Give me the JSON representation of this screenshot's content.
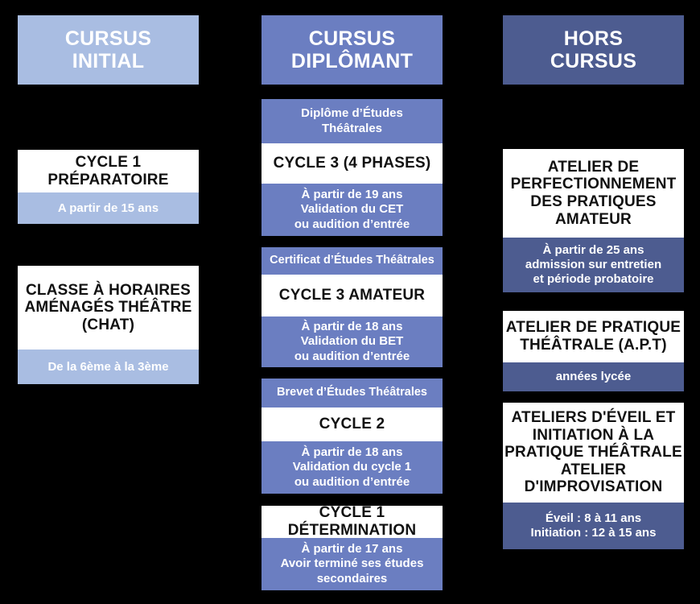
{
  "diagram": {
    "title_columns": [
      "CURSUS INITIAL",
      "CURSUS DIPLÔMANT",
      "HORS CURSUS"
    ],
    "colors": {
      "background": "#000000",
      "column1_accent": "#a9bde2",
      "column2_accent": "#6b7ec1",
      "column3_accent": "#4d5c90",
      "card_body": "#ffffff",
      "text_on_accent": "#ffffff",
      "text_on_white": "#111111"
    }
  },
  "columns": [
    {
      "id": "cursus-initial",
      "header": "CURSUS\nINITIAL",
      "cards": [
        {
          "id": "cycle-1-preparatoire",
          "title": "CYCLE 1 PRÉPARATOIRE",
          "footer": "A partir de 15 ans"
        },
        {
          "id": "chat",
          "title": "CLASSE À HORAIRES\nAMÉNAGÉS THÉÂTRE\n(CHAT)",
          "footer": "De la 6ème à la 3ème"
        }
      ]
    },
    {
      "id": "cursus-diplomant",
      "header": "CURSUS\nDIPLÔMANT",
      "cards": [
        {
          "id": "cycle-3-4-phases",
          "header": "Diplôme d’Études\nThéâtrales",
          "title": "CYCLE 3 (4 PHASES)",
          "footer": "À partir de 19 ans\nValidation du CET\nou audition d’entrée"
        },
        {
          "id": "cycle-3-amateur",
          "header": "Certificat d’Études Théâtrales",
          "title": "CYCLE 3 AMATEUR",
          "footer": "À partir de 18 ans\nValidation du BET\nou audition d’entrée"
        },
        {
          "id": "cycle-2",
          "header": "Brevet d’Études Théâtrales",
          "title": "CYCLE 2",
          "footer": "À partir de 18 ans\nValidation du cycle 1\nou audition d’entrée"
        },
        {
          "id": "cycle-1-determination",
          "title": "CYCLE 1 DÉTERMINATION",
          "footer": "À partir de 17 ans\nAvoir terminé ses études\nsecondaires"
        }
      ]
    },
    {
      "id": "hors-cursus",
      "header": "HORS\nCURSUS",
      "cards": [
        {
          "id": "atelier-perfectionnement",
          "title": "ATELIER DE\nPERFECTIONNEMENT\nDES PRATIQUES\nAMATEUR",
          "footer": "À partir de 25 ans\nadmission sur entretien\net période probatoire"
        },
        {
          "id": "atelier-pratique-theatrale",
          "title": "ATELIER DE PRATIQUE\nTHÉÂTRALE (A.P.T)",
          "footer": "années lycée"
        },
        {
          "id": "ateliers-eveil-initiation",
          "title": "ATELIERS D'ÉVEIL ET\nINITIATION À LA\nPRATIQUE THÉÂTRALE\nATELIER\nD'IMPROVISATION",
          "footer": "Éveil : 8 à 11 ans\nInitiation : 12 à 15 ans"
        }
      ]
    }
  ]
}
